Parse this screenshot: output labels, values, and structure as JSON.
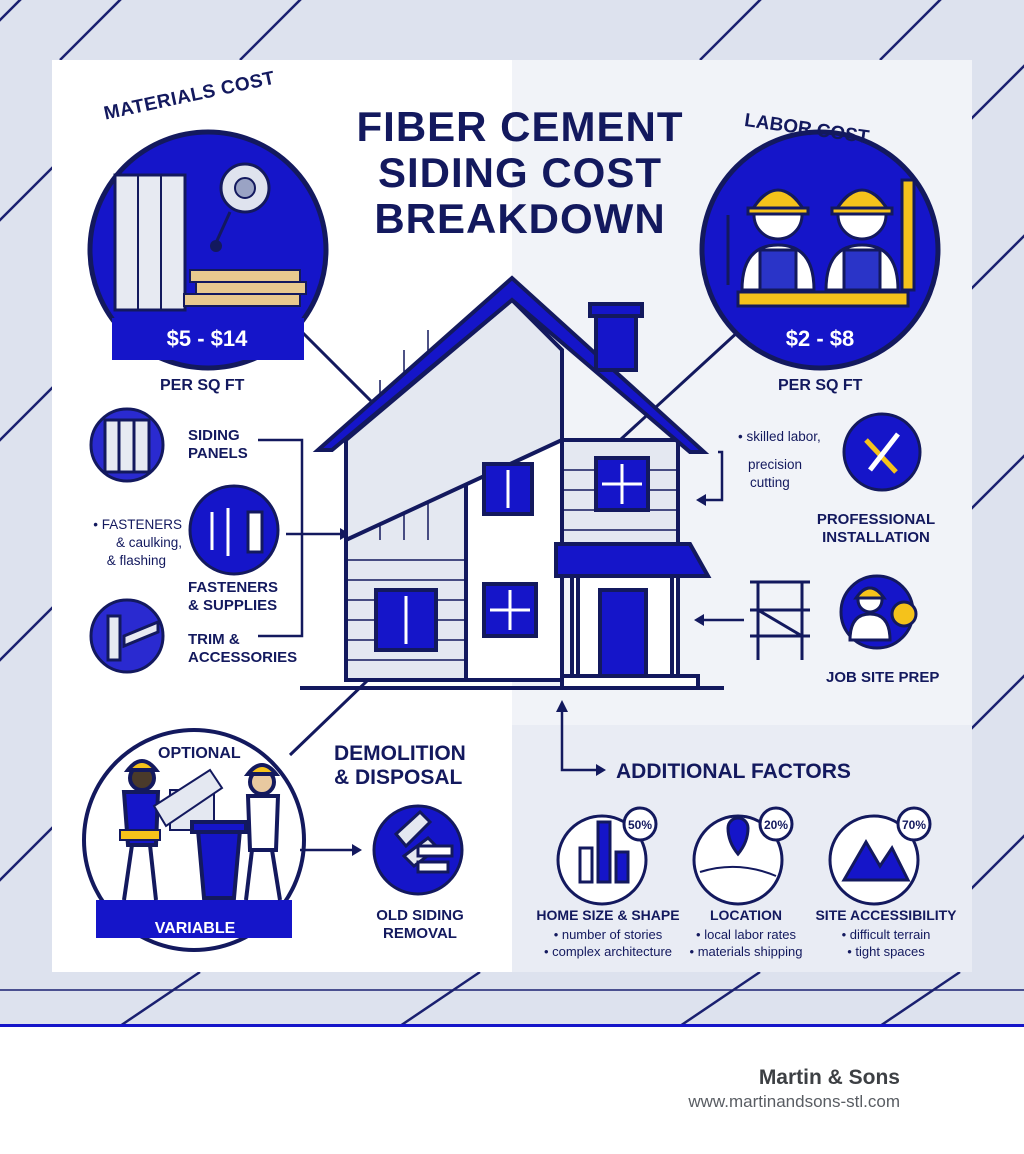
{
  "title": {
    "line1": "FIBER CEMENT",
    "line2": "SIDING COST",
    "line3": "BREAKDOWN"
  },
  "materials": {
    "heading": "MATERIALS COST",
    "price": "$5 - $14",
    "unit": "PER SQ FT",
    "items": {
      "siding_panels_1": "SIDING",
      "siding_panels_2": "PANELS",
      "fasteners_note_1": "• FASTENERS",
      "fasteners_note_2": "& caulking,",
      "fasteners_note_3": "& flashing",
      "fasteners_1": "FASTENERS",
      "fasteners_2": "& SUPPLIES",
      "trim_1": "TRIM &",
      "trim_2": "ACCESSORIES"
    }
  },
  "labor": {
    "heading": "LABOR COST",
    "price": "$2 - $8",
    "unit": "PER SQ FT",
    "note_1": "• skilled labor,",
    "note_2": "precision",
    "note_3": "cutting",
    "install_1": "PROFESSIONAL",
    "install_2": "INSTALLATION",
    "prep": "JOB SITE PREP"
  },
  "demolition": {
    "optional": "OPTIONAL",
    "variable": "VARIABLE",
    "heading_1": "DEMOLITION",
    "heading_2": "& DISPOSAL",
    "removal_1": "OLD SIDING",
    "removal_2": "REMOVAL"
  },
  "factors": {
    "heading": "ADDITIONAL FACTORS",
    "items": [
      {
        "badge": "50%",
        "name": "HOME SIZE & SHAPE",
        "line1": "• number of stories",
        "line2": "• complex architecture"
      },
      {
        "badge": "20%",
        "name": "LOCATION",
        "line1": "• local labor rates",
        "line2": "• materials shipping"
      },
      {
        "badge": "70%",
        "name": "SITE ACCESSIBILITY",
        "line1": "• difficult terrain",
        "line2": "• tight spaces"
      }
    ]
  },
  "footer": {
    "brand": "Martin & Sons",
    "url": "www.martinandsons-stl.com"
  },
  "colors": {
    "navy": "#13195e",
    "blue": "#1515c9",
    "yellow": "#f5c21b",
    "panel": "#f1f3f8"
  }
}
